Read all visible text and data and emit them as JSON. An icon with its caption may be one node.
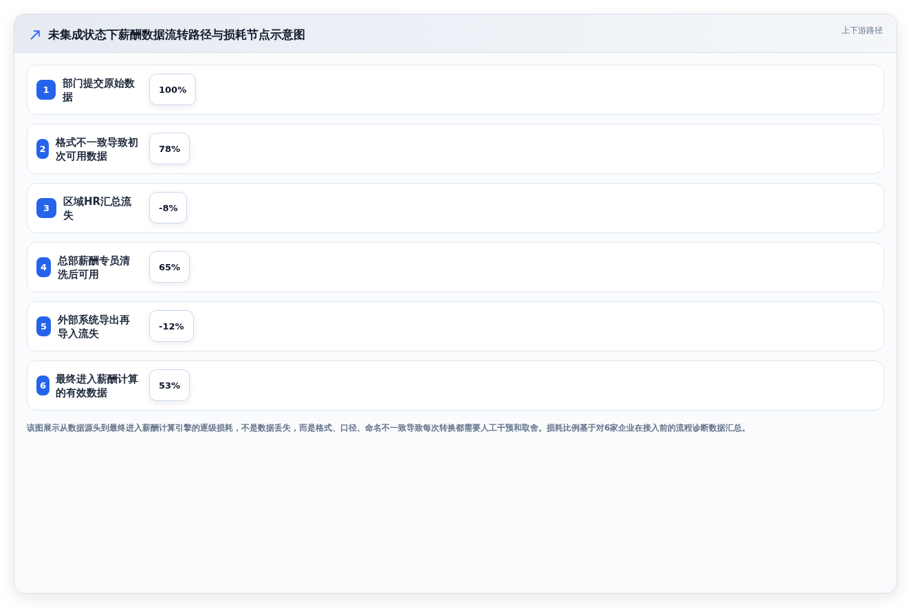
{
  "diagram": {
    "title": "未集成状态下薪酬数据流转路径与损耗节点示意图",
    "caption": "该图展示从数据源头到最终进入薪酬计算引擎的逐级损耗，不是数据丢失，而是格式、口径、命名不一致导致每次转换都需要人工干预和取舍。损耗比例基于对6家企业在接入前的流程诊断数据汇总。",
    "nodes": [
      {
        "text": [
          "部门提交原始数据"
        ]
      },
      {
        "text": [
          "1"
        ],
        "in": 0
      },
      {
        "text": [
          "100%"
        ],
        "in": 0
      },
      {
        "text": [
          "格式不一致导致初次可用数据"
        ]
      },
      {
        "text": [
          "2"
        ],
        "in": 3
      },
      {
        "text": [
          "78%"
        ],
        "in": 3
      },
      {
        "text": [
          "区域HR汇总流失"
        ]
      },
      {
        "text": [
          "3"
        ],
        "in": 6
      },
      {
        "text": [
          "-8%"
        ],
        "in": 6
      },
      {
        "text": [
          "总部薪酬专员清洗后可用"
        ]
      },
      {
        "text": [
          "4"
        ],
        "in": 9
      },
      {
        "text": [
          "65%"
        ],
        "in": 9
      },
      {
        "text": [
          "外部系统导出再导入流失"
        ]
      },
      {
        "text": [
          "5"
        ],
        "in": 12
      },
      {
        "text": [
          "-12%"
        ],
        "in": 12
      },
      {
        "text": [
          "最终进入薪酬计算的有效数据"
        ]
      },
      {
        "text": [
          "6"
        ],
        "in": 15
      },
      {
        "text": [
          "53%"
        ],
        "in": 15
      }
    ],
    "labels": [
      "上下游路径"
    ]
  }
}
